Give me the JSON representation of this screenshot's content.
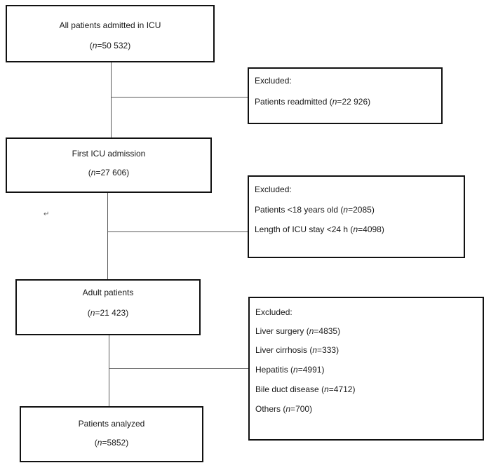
{
  "main_boxes": [
    {
      "title": "All patients admitted in ICU",
      "n": "50 532"
    },
    {
      "title": "First ICU admission",
      "n": "27 606"
    },
    {
      "title": "Adult patients",
      "n": "21 423"
    },
    {
      "title": "Patients analyzed",
      "n": "5852"
    }
  ],
  "exclusions": [
    {
      "header": "Excluded:",
      "items": [
        {
          "text": "Patients readmitted",
          "n": "22 926"
        }
      ]
    },
    {
      "header": "Excluded:",
      "items": [
        {
          "text": "Patients <18 years old",
          "n": "2085"
        },
        {
          "text": "Length of ICU stay <24 h",
          "n": "4098"
        }
      ]
    },
    {
      "header": "Excluded:",
      "items": [
        {
          "text": "Liver surgery",
          "n": "4835"
        },
        {
          "text": "Liver cirrhosis",
          "n": "333"
        },
        {
          "text": "Hepatitis",
          "n": "4991"
        },
        {
          "text": "Bile duct disease",
          "n": "4712"
        },
        {
          "text": "Others",
          "n": "700"
        }
      ]
    }
  ],
  "n_symbol": "n",
  "stray_mark": "↵"
}
